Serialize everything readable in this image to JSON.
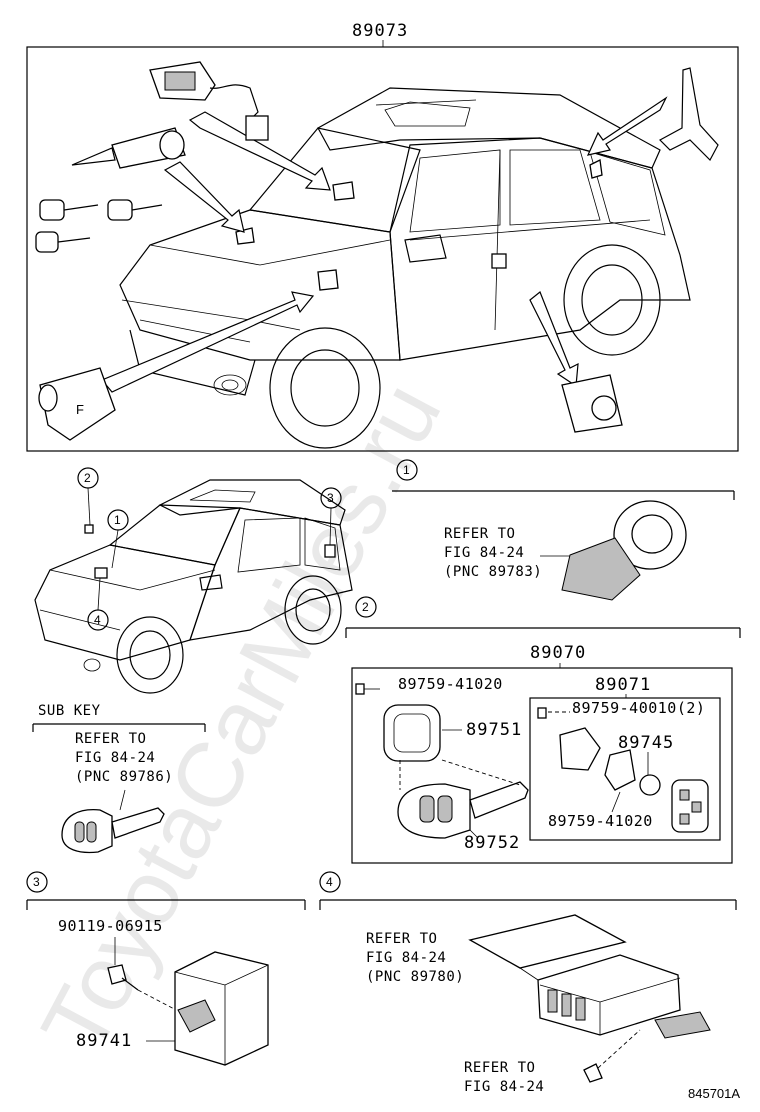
{
  "watermark": "ToyotaCarMiles.ru",
  "top_assembly": {
    "part_no": "89073"
  },
  "locators": [
    "1",
    "2",
    "3",
    "4"
  ],
  "section1": {
    "number": "1",
    "refer": [
      "REFER TO",
      "FIG 84-24",
      "(PNC 89783)"
    ]
  },
  "section2": {
    "number": "2",
    "assembly": "89070",
    "sub_assembly": "89071",
    "parts": {
      "screw_a": "89759-41020",
      "screw_b": "89759-40010(2)",
      "case": "89751",
      "cover": "89745",
      "key": "89752",
      "plate": "89759-41020"
    }
  },
  "sub_key": {
    "label": "SUB KEY",
    "refer": [
      "REFER TO",
      "FIG 84-24",
      "(PNC 89786)"
    ]
  },
  "section3": {
    "number": "3",
    "bolt": "90119-06915",
    "unit": "89741"
  },
  "section4": {
    "number": "4",
    "refer_top": [
      "REFER TO",
      "FIG 84-24",
      "(PNC 89780)"
    ],
    "refer_bottom": [
      "REFER TO",
      "FIG 84-24"
    ]
  },
  "figure_id": "845701A"
}
